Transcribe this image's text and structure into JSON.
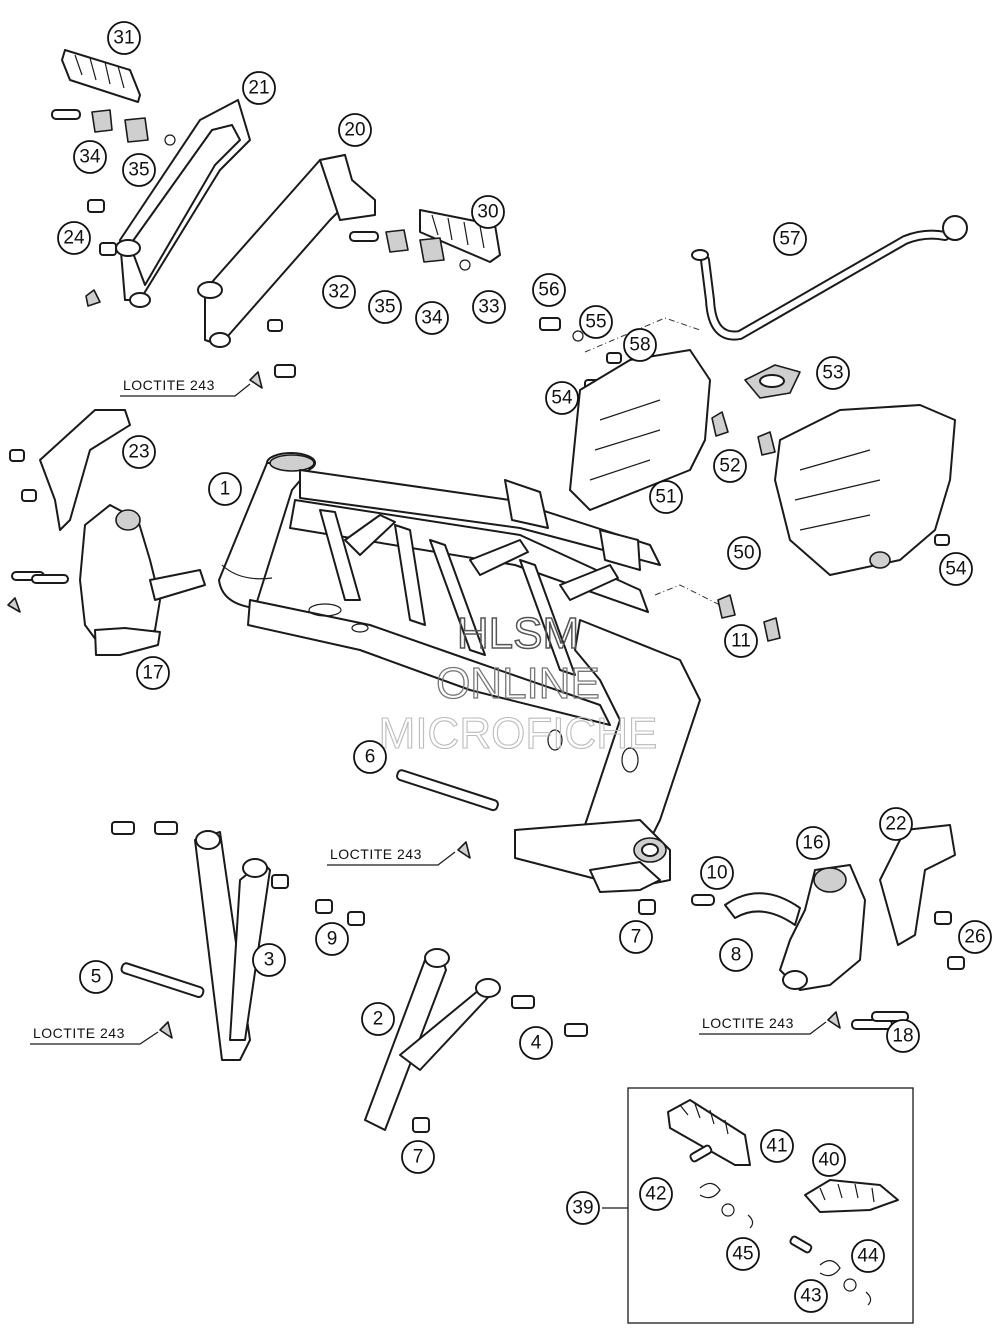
{
  "callouts": {
    "c1": "1",
    "c2": "2",
    "c3": "3",
    "c4": "4",
    "c5": "5",
    "c6": "6",
    "c7a": "7",
    "c7b": "7",
    "c8": "8",
    "c9": "9",
    "c10": "10",
    "c11": "11",
    "c16": "16",
    "c17": "17",
    "c18": "18",
    "c20": "20",
    "c21": "21",
    "c22": "22",
    "c23": "23",
    "c24": "24",
    "c26": "26",
    "c30": "30",
    "c31": "31",
    "c32": "32",
    "c33": "33",
    "c34a": "34",
    "c34b": "34",
    "c35a": "35",
    "c35b": "35",
    "c39": "39",
    "c40": "40",
    "c41": "41",
    "c42": "42",
    "c43": "43",
    "c44": "44",
    "c45": "45",
    "c50": "50",
    "c51": "51",
    "c52": "52",
    "c53": "53",
    "c54a": "54",
    "c54b": "54",
    "c55": "55",
    "c56": "56",
    "c57": "57",
    "c58": "58"
  },
  "notes": {
    "loctite_1": "LOCTITE 243",
    "loctite_2": "LOCTITE 243",
    "loctite_3": "LOCTITE 243",
    "loctite_4": "LOCTITE 243"
  },
  "watermark": {
    "line1": "HLSM",
    "line2": "ONLINE",
    "line3": "MICROFICHE"
  }
}
